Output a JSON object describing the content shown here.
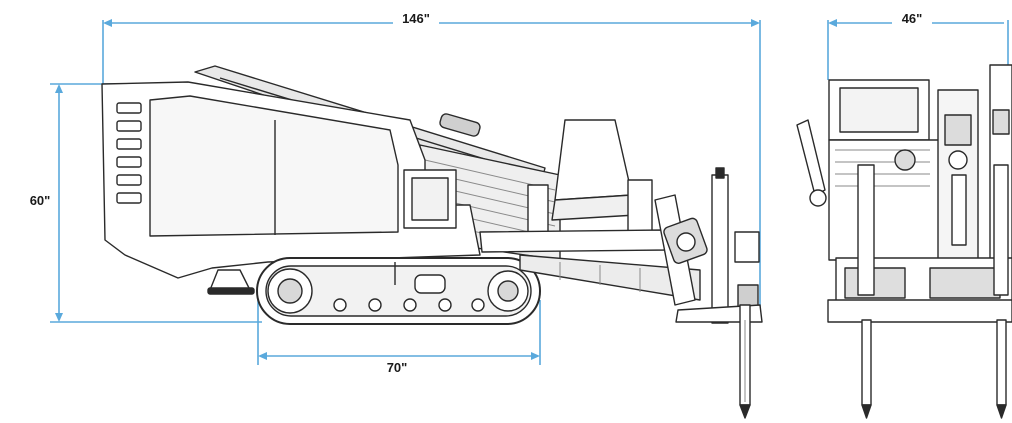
{
  "dimensions": {
    "overall_length": "146\"",
    "overall_height": "60\"",
    "track_length": "70\"",
    "overall_width": "46\""
  },
  "colors": {
    "dimension_line": "#5aa9dc",
    "outline": "#2a2a2a",
    "shade": "#d8d8d8",
    "dark_shade": "#9a9a9a"
  }
}
